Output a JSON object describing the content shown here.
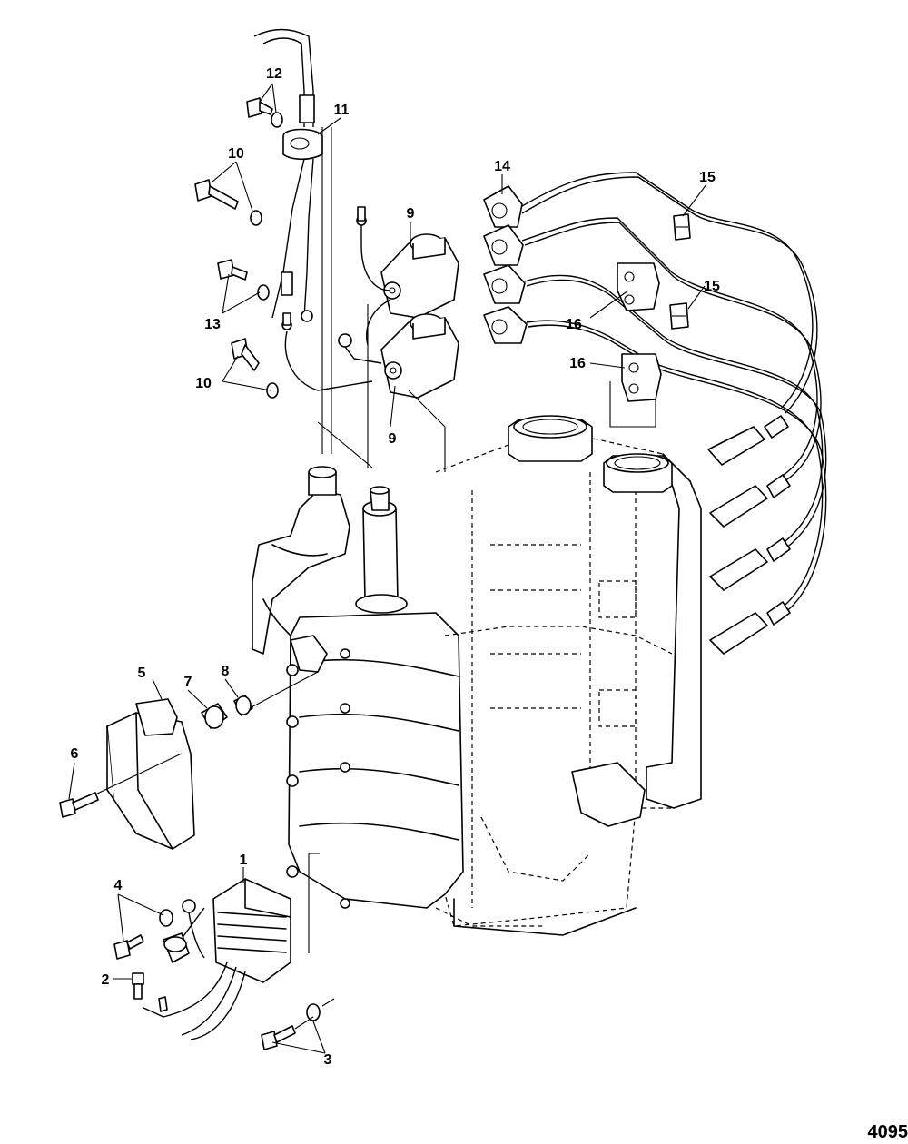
{
  "diagram": {
    "callouts": [
      "1",
      "2",
      "3",
      "4",
      "5",
      "6",
      "7",
      "8",
      "9",
      "9",
      "10",
      "10",
      "11",
      "12",
      "13",
      "14",
      "15",
      "15",
      "16",
      "16"
    ],
    "reference_number": "4095"
  }
}
